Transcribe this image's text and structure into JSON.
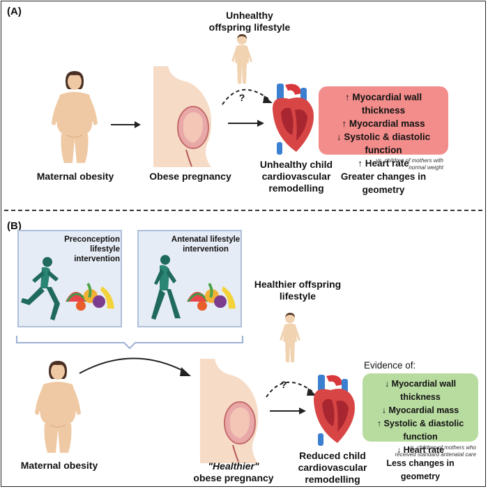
{
  "panel_a": {
    "label": "(A)",
    "offspring_lifestyle": [
      "Unhealthy",
      "offspring lifestyle"
    ],
    "maternal_obesity": "Maternal obesity",
    "pregnancy": "Obese pregnancy",
    "question_mark": "?",
    "outcome": [
      "Unhealthy child",
      "cardiovascular",
      "remodelling"
    ],
    "effects": [
      "↑ Myocardial wall thickness",
      "↑ Myocardial mass",
      "↓ Systolic & diastolic function",
      "↑ Heart rate",
      "Greater changes in geometry"
    ],
    "note": [
      "vs. children of mothers with",
      "normal weight"
    ],
    "effects_color": "#f28d8b"
  },
  "panel_b": {
    "label": "(B)",
    "interventions": [
      {
        "title": [
          "Preconception lifestyle",
          "intervention"
        ]
      },
      {
        "title": [
          "Antenatal lifestyle",
          "intervention"
        ]
      }
    ],
    "offspring_lifestyle": [
      "Healthier offspring",
      "lifestyle"
    ],
    "maternal_obesity": "Maternal obesity",
    "pregnancy_quoted": "\"Healthier\"",
    "pregnancy_rest": "obese pregnancy",
    "question_mark": "?",
    "outcome": [
      "Reduced child",
      "cardiovascular",
      "remodelling"
    ],
    "evidence_title": "Evidence of:",
    "effects": [
      "↓ Myocardial wall thickness",
      "↓ Myocardial mass",
      "↑ Systolic & diastolic function",
      "↓ Heart rate",
      "Less changes in geometry"
    ],
    "note": [
      "vs. children of mothers who",
      "received standard antenatal care"
    ],
    "effects_color": "#b8dba0"
  }
}
